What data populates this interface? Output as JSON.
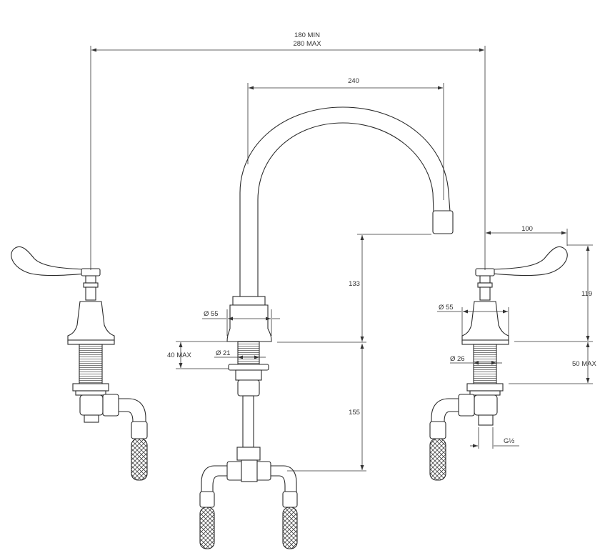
{
  "dimensions": {
    "span_min": "180 MIN",
    "span_max": "280 MAX",
    "spout_reach": "240",
    "spout_height": "133",
    "lever_offset": "100",
    "handle_height": "119",
    "center_body_diameter": "Ø 55",
    "right_body_diameter": "Ø 55",
    "center_shank_diameter": "Ø 21",
    "right_shank_diameter": "Ø 26",
    "center_deck_thickness": "40 MAX",
    "right_deck_thickness": "50 MAX",
    "tail_length": "155",
    "thread_size": "G½"
  },
  "colors": {
    "line": "#2a2a2a",
    "dimension": "#333333",
    "background": "#ffffff"
  }
}
